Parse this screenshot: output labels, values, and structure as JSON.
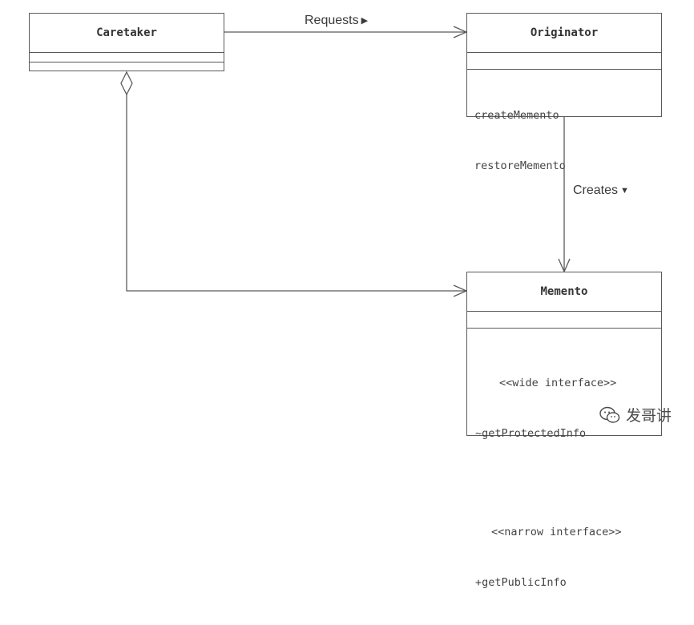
{
  "classes": {
    "caretaker": {
      "name": "Caretaker"
    },
    "originator": {
      "name": "Originator",
      "operations": [
        "createMemento",
        "restoreMemento"
      ]
    },
    "memento": {
      "name": "Memento",
      "wide_stereotype": "<<wide interface>>",
      "wide_op": "~getProtectedInfo",
      "narrow_stereotype": "<<narrow interface>>",
      "narrow_op": "+getPublicInfo"
    }
  },
  "edges": {
    "requests_label": "Requests",
    "creates_label": "Creates"
  },
  "watermark": {
    "text": "发哥讲"
  },
  "colors": {
    "line": "#5a5a5a",
    "text": "#3a3a3a",
    "background": "#ffffff"
  }
}
